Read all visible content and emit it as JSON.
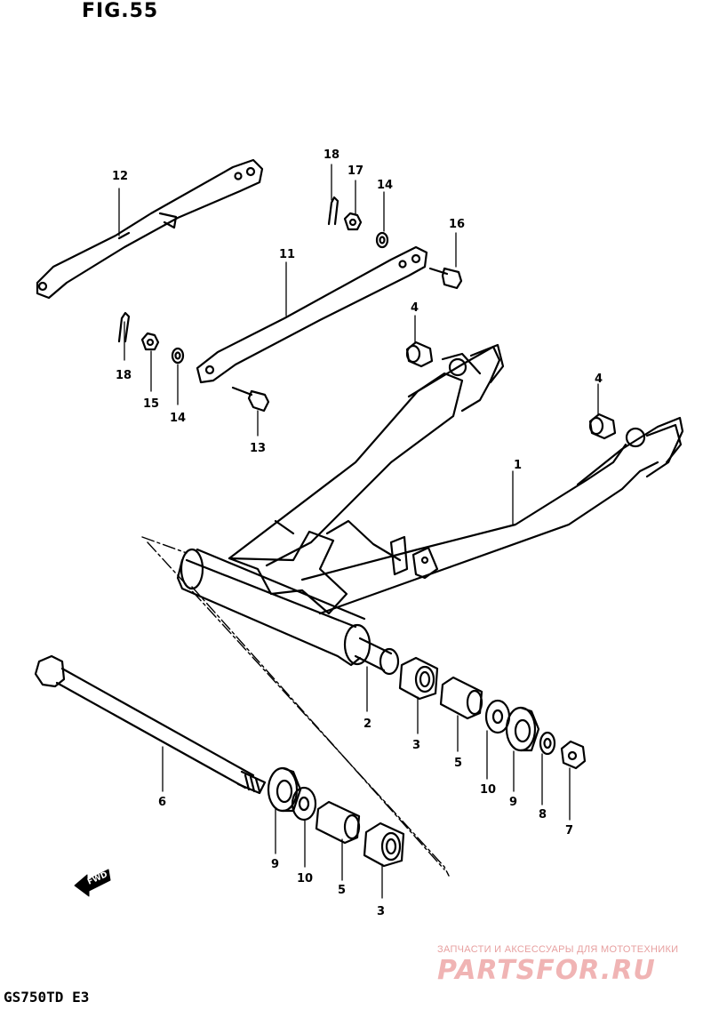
{
  "figure": {
    "title": "FIG.55"
  },
  "model": {
    "code": "GS750TD  E3"
  },
  "watermark": {
    "line1": "ЗАПЧАСТИ И АКСЕССУАРЫ ДЛЯ МОТОТЕХНИКИ",
    "line2": "PARTSFOR.RU"
  },
  "fwd_arrow": {
    "label": "FWD"
  },
  "callouts": {
    "c1": "1",
    "c2": "2",
    "c3a": "3",
    "c3b": "3",
    "c4a": "4",
    "c4b": "4",
    "c5a": "5",
    "c5b": "5",
    "c6": "6",
    "c7": "7",
    "c8": "8",
    "c9a": "9",
    "c9b": "9",
    "c10a": "10",
    "c10b": "10",
    "c11": "11",
    "c12": "12",
    "c13": "13",
    "c14a": "14",
    "c14b": "14",
    "c15": "15",
    "c16": "16",
    "c17": "17",
    "c18a": "18",
    "c18b": "18"
  }
}
